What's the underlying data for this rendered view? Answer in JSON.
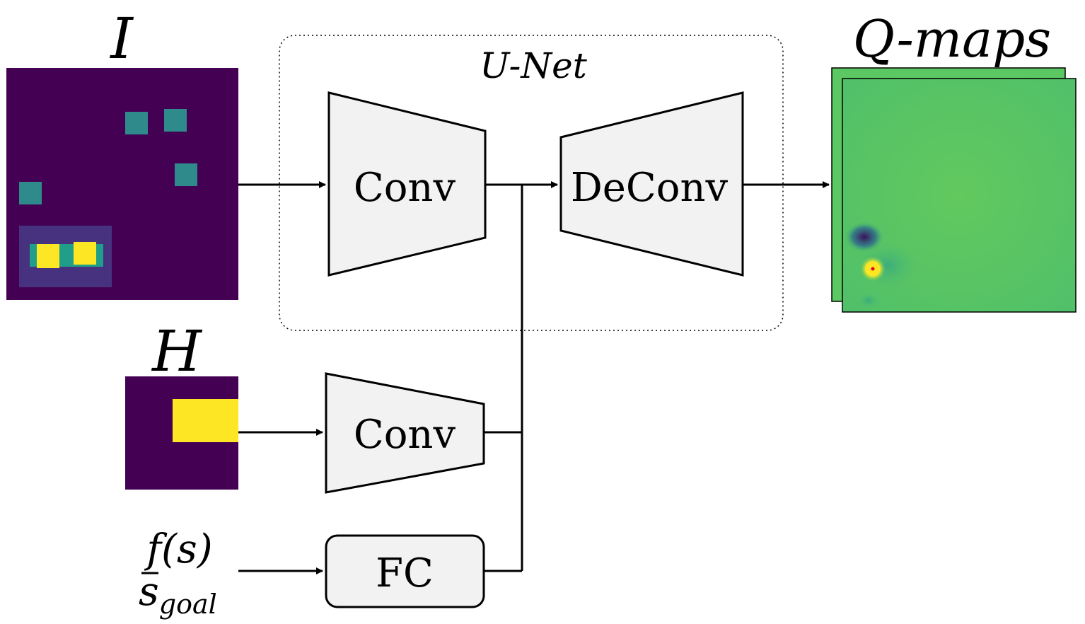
{
  "inputs": {
    "image_label": "I",
    "heightmap_label": "H",
    "state_label_top": "f(s)",
    "state_label_bottom_base": "s",
    "state_label_bottom_sub": "goal"
  },
  "unet": {
    "label": "U-Net",
    "encoder_label": "Conv",
    "decoder_label": "DeConv"
  },
  "branches": {
    "heightmap_conv_label": "Conv",
    "fc_label": "FC"
  },
  "output": {
    "label": "Q-maps"
  },
  "colors": {
    "viridis_dark": "#440154",
    "viridis_teal": "#2f8a8c",
    "viridis_yellow": "#fde725",
    "viridis_green": "#5ec962",
    "block_fill": "#f2f2f2",
    "stroke": "#000000"
  }
}
